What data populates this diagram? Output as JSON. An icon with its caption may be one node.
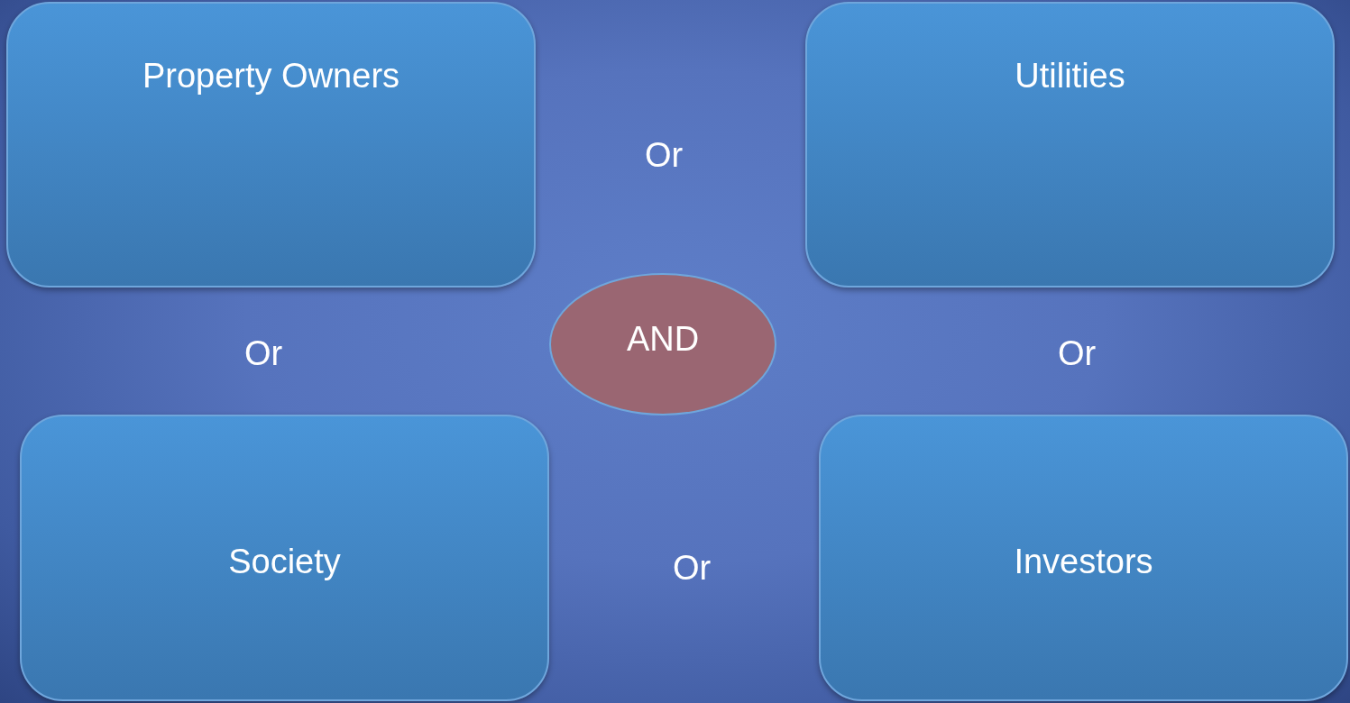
{
  "diagram": {
    "nodes": [
      {
        "text": [
          "Property Owners"
        ]
      },
      {
        "text": [
          "Utilities"
        ]
      },
      {
        "text": [
          "AND"
        ]
      },
      {
        "text": [
          "Society"
        ]
      },
      {
        "text": [
          "Investors"
        ]
      }
    ],
    "labels": [
      "Or",
      "Or",
      "Or",
      "Or"
    ]
  }
}
